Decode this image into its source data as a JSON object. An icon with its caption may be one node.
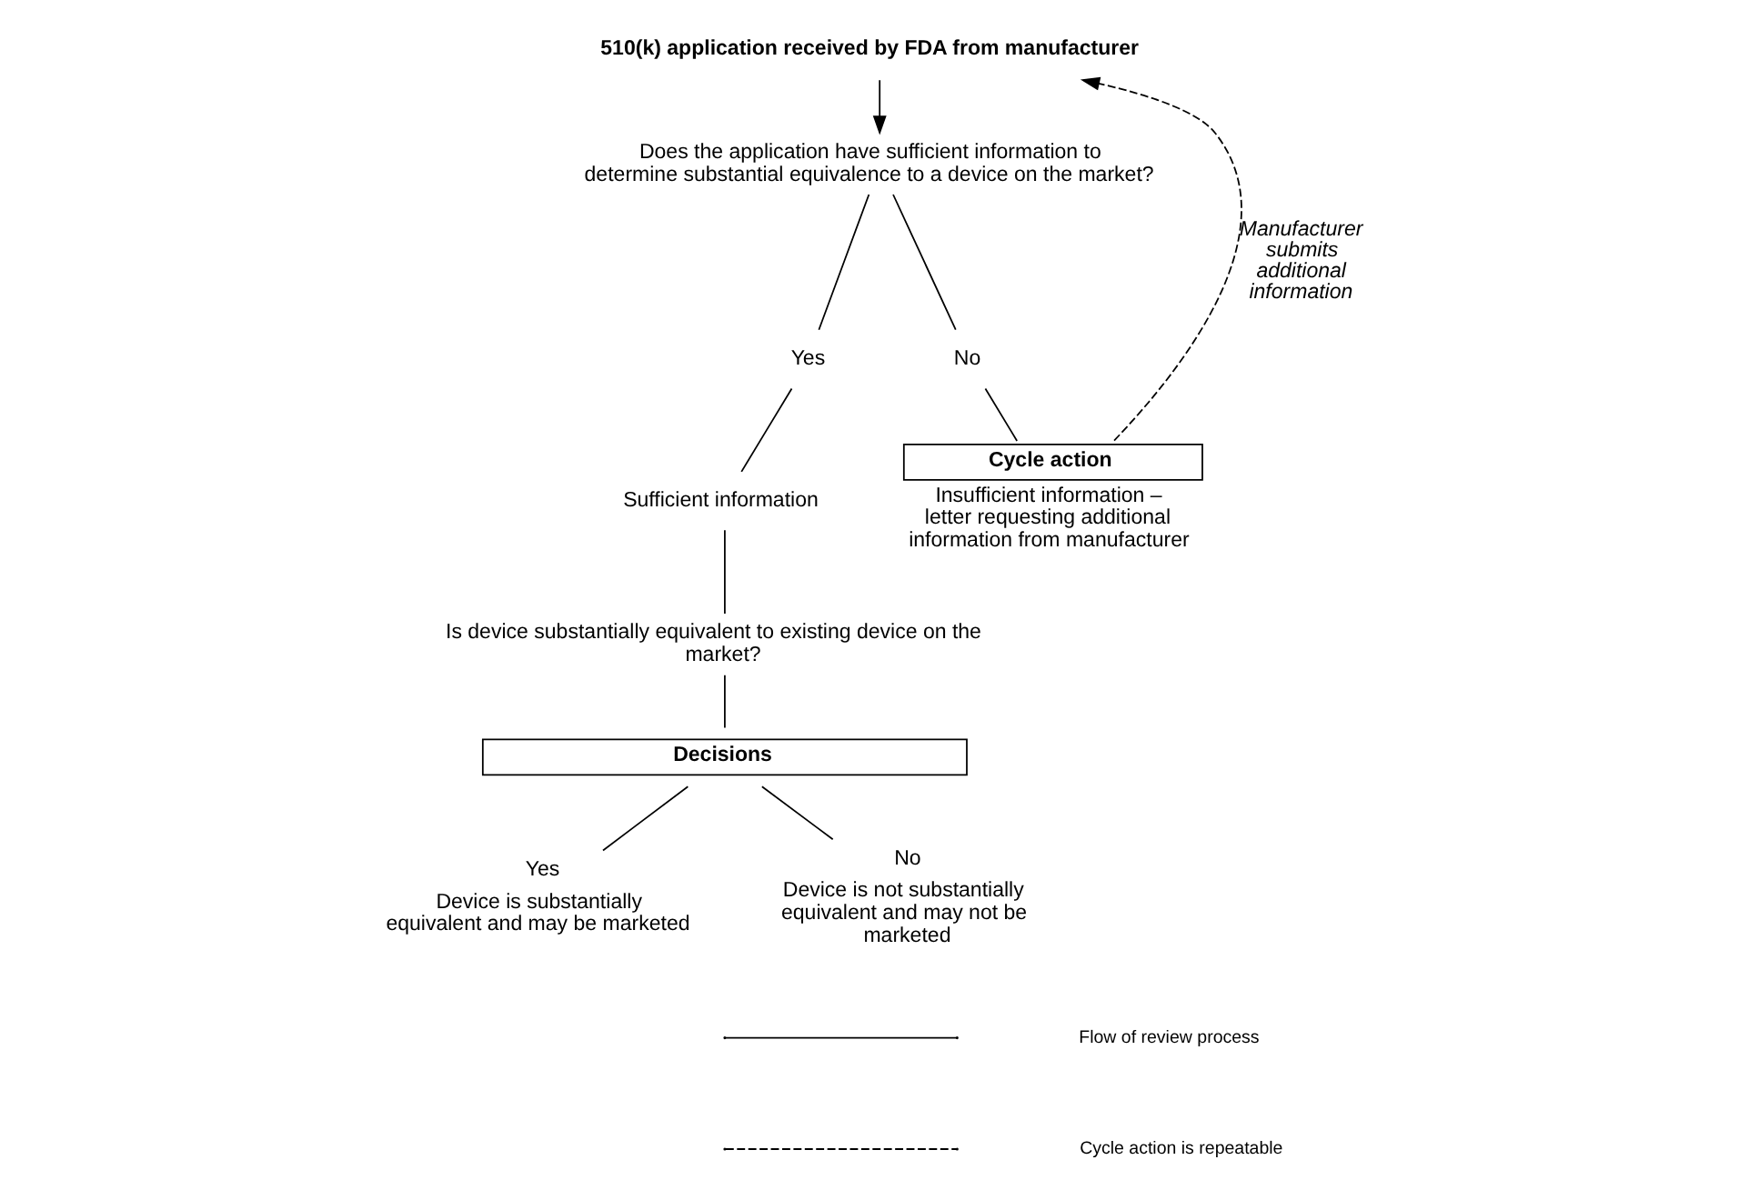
{
  "diagram": {
    "nodes": [
      {
        "text": [
          "510(k) application received by FDA from manufacturer"
        ]
      },
      {
        "text": [
          "Does the application have sufficient information to determine substantial equivalence to a device on the market?"
        ]
      },
      {
        "text": [
          "Yes"
        ]
      },
      {
        "text": [
          "No"
        ]
      },
      {
        "text": [
          "Cycle action"
        ],
        "beside": [
          "Insufficient information – letter requesting additional information from manufacturer"
        ]
      },
      {
        "text": [
          "Sufficient information"
        ]
      },
      {
        "text": [
          "Is device substantially equivalent to existing device on the market?"
        ]
      },
      {
        "text": [
          "Decisions"
        ]
      },
      {
        "text": [
          "Yes",
          "Device is substantially equivalent and may be marketed"
        ]
      },
      {
        "text": [
          "No",
          "Device is not substantially equivalent and may not be marketed"
        ]
      }
    ],
    "edges": [
      {
        "from": 0,
        "to": 1,
        "arrow": "to"
      },
      {
        "from": 1,
        "to": 2,
        "arrow": "none"
      },
      {
        "from": 1,
        "to": 3,
        "arrow": "none"
      },
      {
        "from": 2,
        "to": 5,
        "arrow": "none"
      },
      {
        "from": 3,
        "to": 4,
        "arrow": "none"
      },
      {
        "from": 5,
        "to": 6,
        "arrow": "none"
      },
      {
        "from": 6,
        "to": 7,
        "arrow": "none"
      },
      {
        "from": 7,
        "to": 8,
        "arrow": "none"
      },
      {
        "from": 7,
        "to": 9,
        "arrow": "none"
      },
      {
        "from": 4,
        "to": 0,
        "arrow": "to",
        "style": "dashed",
        "label": "Manufacturer submits additional information"
      }
    ],
    "legend": [
      {
        "text": "Flow of review process"
      },
      {
        "text": "Cycle action is repeatable"
      }
    ]
  }
}
